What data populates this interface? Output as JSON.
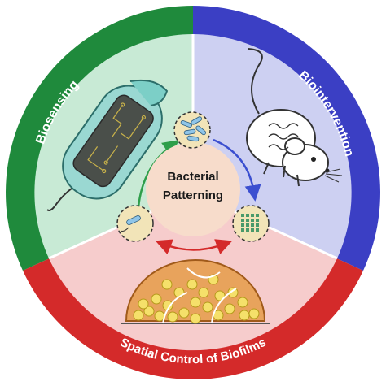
{
  "diagram": {
    "center": {
      "line1": "Bacterial",
      "line2": "Patterning"
    },
    "sectors": {
      "top_left": {
        "label": "Biosensing",
        "ring_color": "#1f8a3c",
        "fill_color": "#c8ead5"
      },
      "top_right": {
        "label": "Biointervention",
        "ring_color": "#3b3fc4",
        "fill_color": "#cdd0f2"
      },
      "bottom": {
        "label": "Spatial Control of Biofilms",
        "ring_color": "#d42a2a",
        "fill_color": "#f6cccc"
      }
    },
    "icons": {
      "cell_sensor": "bacterium-with-circuit-icon",
      "mouse": "mouse-icon",
      "biofilm": "biofilm-dome-icon",
      "cluster": "bacteria-cluster-icon",
      "single": "single-bacterium-icon",
      "array": "bacteria-array-icon"
    },
    "arrow_colors": {
      "green": "#2e9e4a",
      "blue": "#3b4fd0",
      "red": "#d42a2a"
    },
    "center_fill": "#f7dccb",
    "inner_circle_fill": "#f2e4b8"
  }
}
